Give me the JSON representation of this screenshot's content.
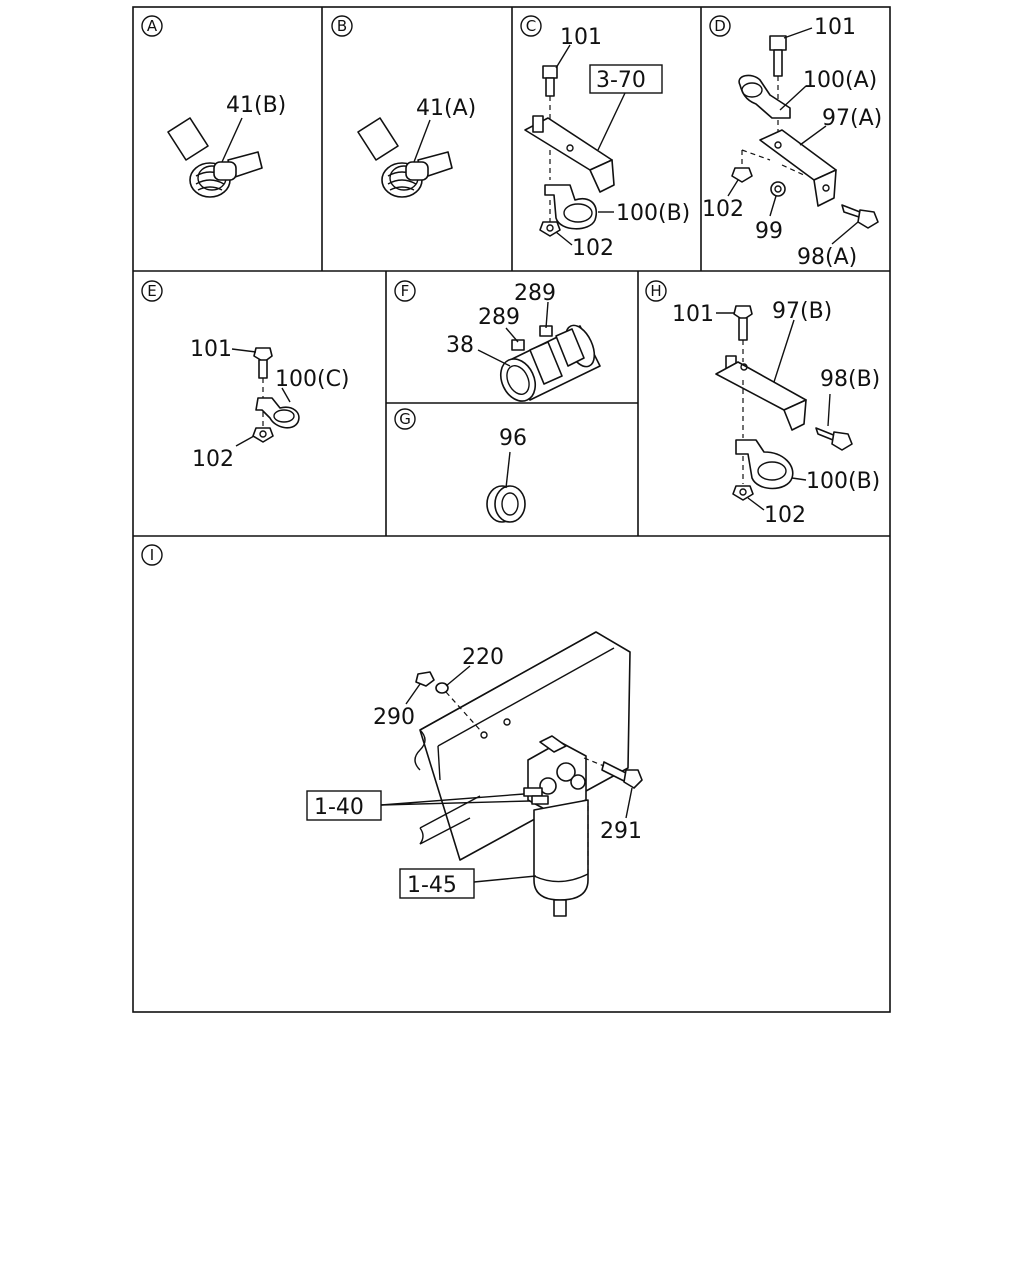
{
  "panels": [
    {
      "letter": "A",
      "labels": [
        "41(B)"
      ]
    },
    {
      "letter": "B",
      "labels": [
        "41(A)"
      ]
    },
    {
      "letter": "C",
      "labels": [
        "101",
        "3-70",
        "100(B)",
        "102"
      ]
    },
    {
      "letter": "D",
      "labels": [
        "101",
        "100(A)",
        "97(A)",
        "102",
        "99",
        "98(A)"
      ]
    },
    {
      "letter": "E",
      "labels": [
        "101",
        "100(C)",
        "102"
      ]
    },
    {
      "letter": "F",
      "labels": [
        "289",
        "289",
        "38"
      ]
    },
    {
      "letter": "G",
      "labels": [
        "96"
      ]
    },
    {
      "letter": "H",
      "labels": [
        "101",
        "97(B)",
        "98(B)",
        "100(B)",
        "102"
      ]
    },
    {
      "letter": "I",
      "labels": [
        "220",
        "290",
        "291",
        "1-40",
        "1-45"
      ]
    }
  ]
}
